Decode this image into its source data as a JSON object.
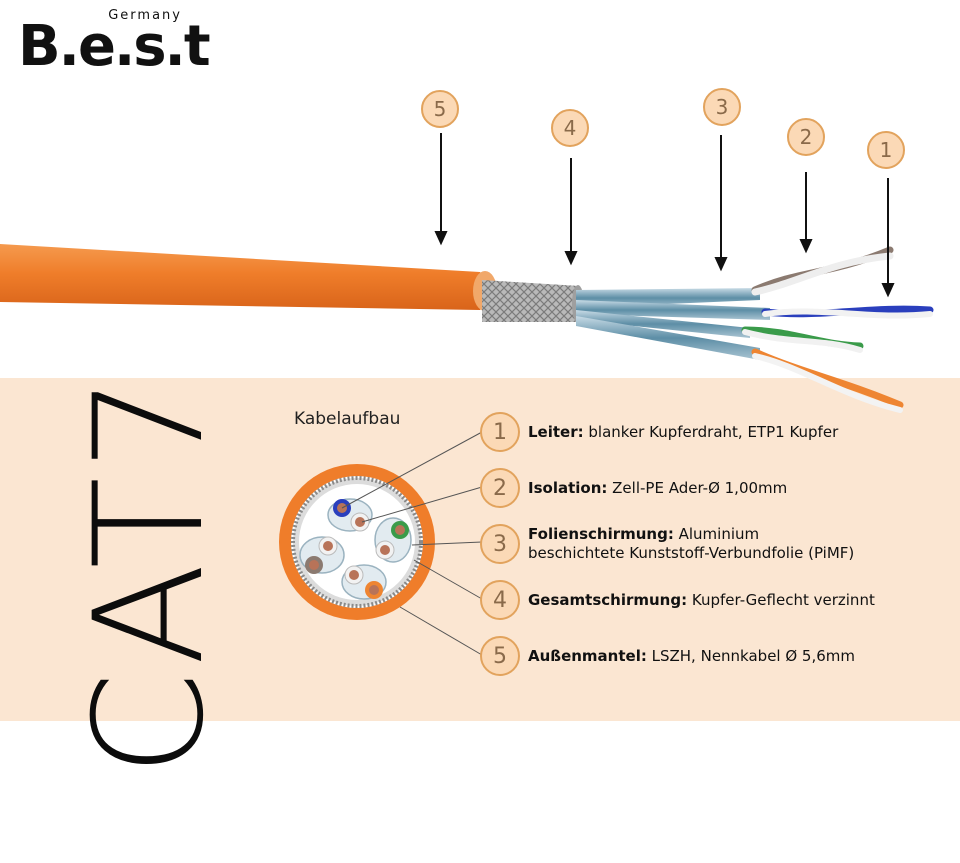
{
  "brand": {
    "tagline": "Germany",
    "name": "B.e.s.t"
  },
  "product": {
    "category": "CAT7"
  },
  "section_title": "Kabelaufbau",
  "callouts": [
    "5",
    "4",
    "3",
    "2",
    "1"
  ],
  "legend": [
    {
      "number": "1",
      "term": "Leiter:",
      "desc": "blanker Kupferdraht, ETP1 Kupfer"
    },
    {
      "number": "2",
      "term": "Isolation:",
      "desc": "Zell-PE Ader-Ø 1,00mm"
    },
    {
      "number": "3",
      "term": "Folienschirmung:",
      "desc": "Aluminium",
      "desc2": "beschichtete Kunststoff-Verbundfolie (PiMF)"
    },
    {
      "number": "4",
      "term": "Gesamtschirmung:",
      "desc": "Kupfer-Geflecht verzinnt"
    },
    {
      "number": "5",
      "term": "Außenmantel:",
      "desc": "LSZH, Nennkabel Ø 5,6mm"
    }
  ],
  "colors": {
    "jacket": "#ef7d2a",
    "badge_fill": "#fbd9b6",
    "badge_border": "#e2a35d",
    "panel": "#fbe6d2"
  }
}
